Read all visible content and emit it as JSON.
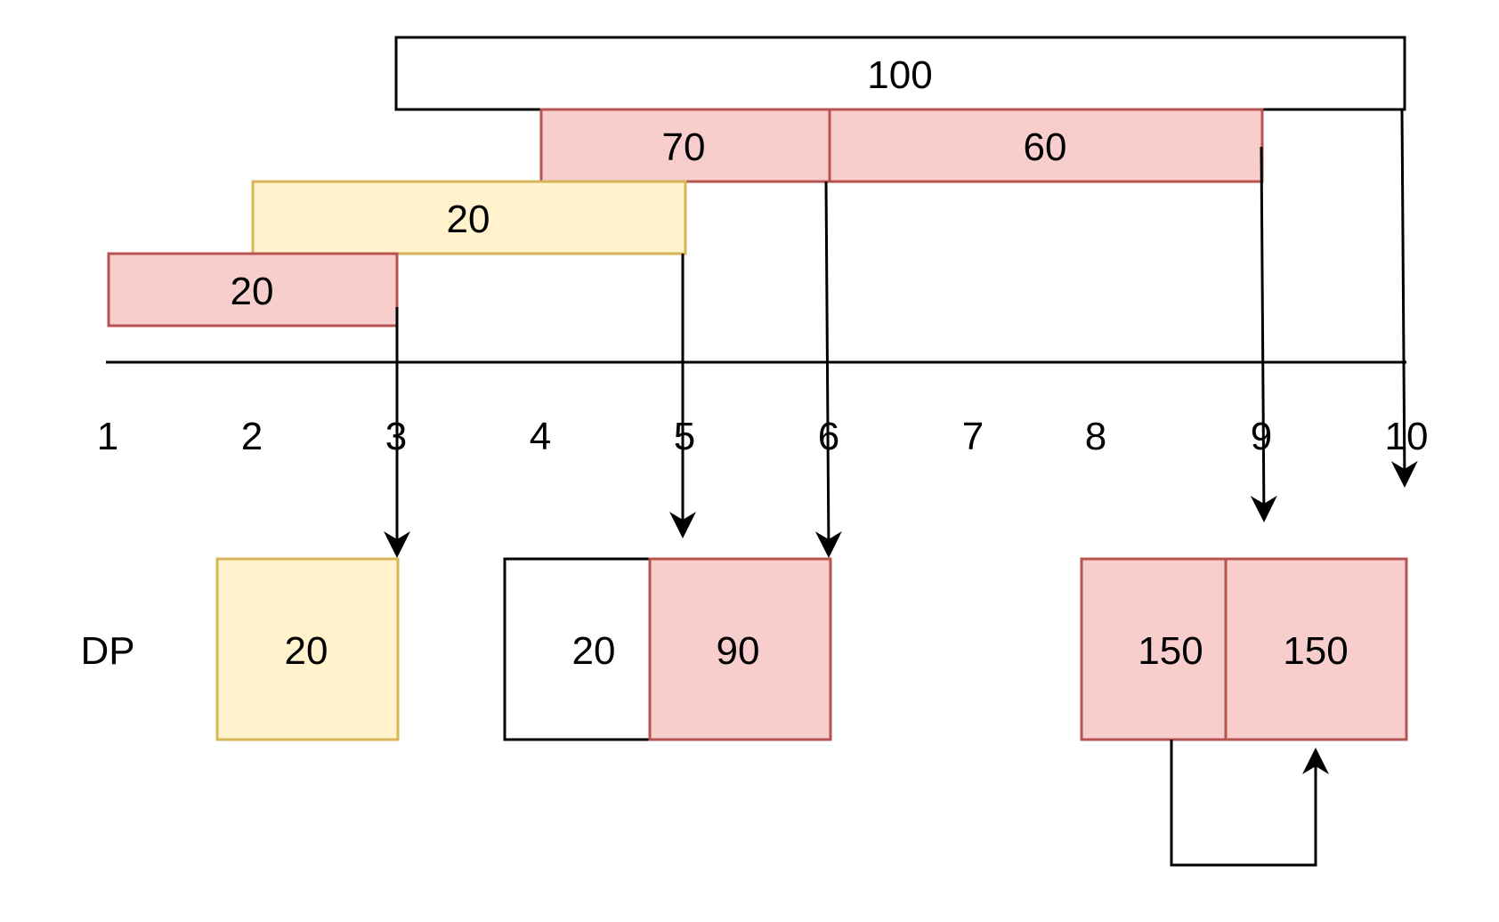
{
  "intervals": {
    "top_100": "100",
    "red_70": "70",
    "red_60": "60",
    "yellow_20": "20",
    "red_20": "20"
  },
  "axis": {
    "ticks": [
      "1",
      "2",
      "3",
      "4",
      "5",
      "6",
      "7",
      "8",
      "9",
      "10"
    ]
  },
  "dp": {
    "label": "DP",
    "cell_a": "20",
    "cell_b": "20",
    "cell_c": "90",
    "cell_d": "150",
    "cell_e": "150"
  },
  "colors": {
    "red_fill": "#f8cecc",
    "red_stroke": "#b85450",
    "yellow_fill": "#fff2cc",
    "yellow_stroke": "#d6b656",
    "black": "#000000",
    "white": "#ffffff"
  }
}
